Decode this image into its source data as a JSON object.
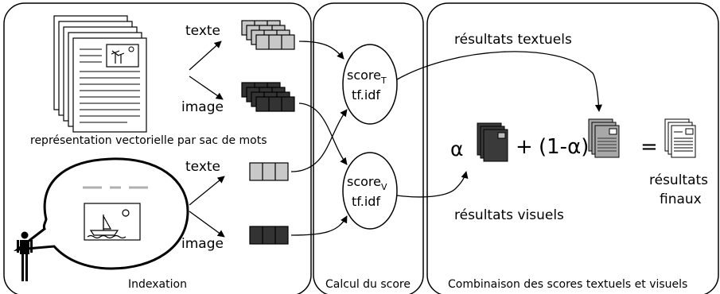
{
  "panels": {
    "indexation": "Indexation",
    "calcul": "Calcul du score",
    "combinaison": "Combinaison des scores textuels et visuels"
  },
  "indexation": {
    "doc_text_label": "texte",
    "doc_image_label": "image",
    "caption": "représentation vectorielle par sac de mots",
    "query_text_label": "texte",
    "query_image_label": "image"
  },
  "scores": {
    "textual": {
      "prefix": "score",
      "subscript": "T",
      "method": "tf.idf"
    },
    "visual": {
      "prefix": "score",
      "subscript": "V",
      "method": "tf.idf"
    }
  },
  "combination": {
    "textual_results": "résultats textuels",
    "visual_results": "résultats visuels",
    "alpha": "α",
    "plus": "+",
    "one_minus_alpha": "(1-α)",
    "equals": "=",
    "final_results_line1": "résultats",
    "final_results_line2": "finaux"
  },
  "colors": {
    "text_vector": "#c8c8c8",
    "image_vector": "#333333",
    "visual_doc": "#3a3a3a",
    "textual_doc": "#a8a8a8"
  }
}
